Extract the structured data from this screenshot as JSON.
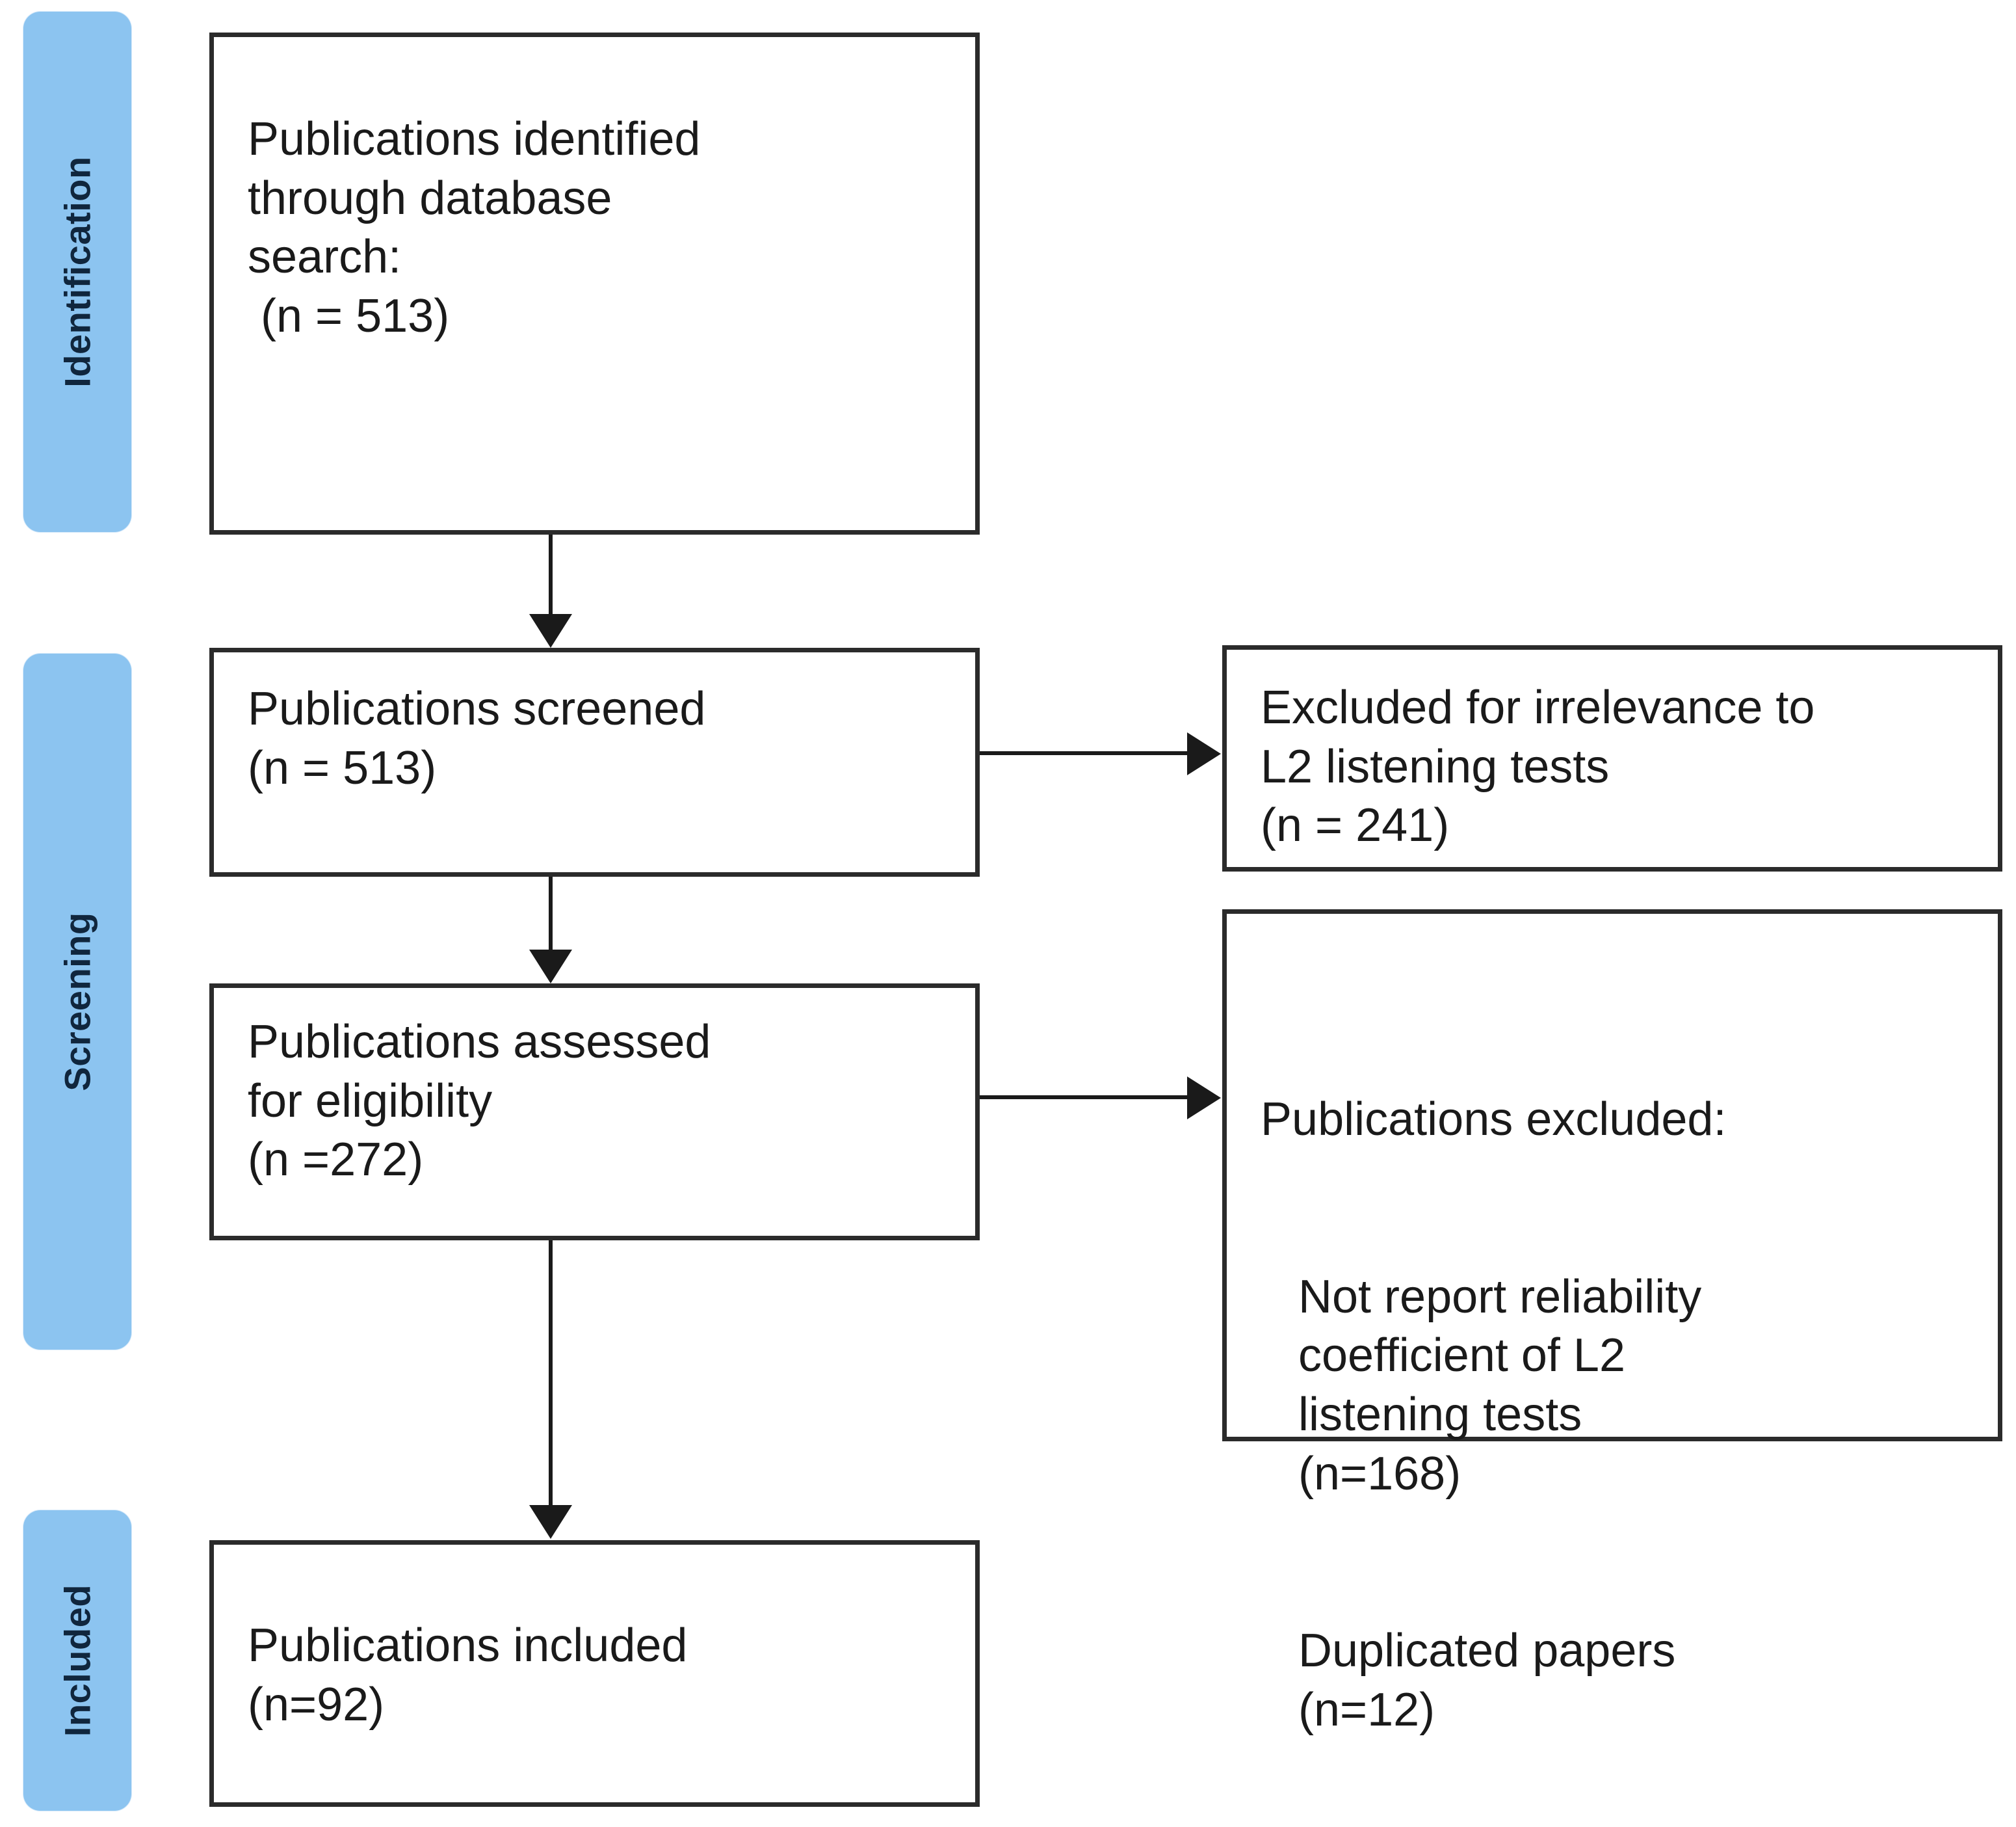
{
  "diagram": {
    "type": "prisma-flow-diagram",
    "title": "",
    "accent_color": "#8CC4F0",
    "box_border_color": "#2b2b2b",
    "text_color": "#1a1a1a",
    "background": "#ffffff"
  },
  "stages": [
    {
      "id": "identification",
      "label": "Identification"
    },
    {
      "id": "screening",
      "label": "Screening"
    },
    {
      "id": "included",
      "label": "Included"
    }
  ],
  "boxes": {
    "identified": {
      "text": "Publications identified\nthrough database\nsearch:\n (n = 513)",
      "count": 513
    },
    "screened": {
      "text": "Publications screened\n(n = 513)",
      "count": 513
    },
    "eligibility": {
      "text": "Publications assessed\nfor eligibility\n(n =272)",
      "count": 272
    },
    "included": {
      "text": "Publications included\n(n=92)",
      "count": 92
    },
    "excluded_irrelevance": {
      "text": "Excluded for irrelevance to\nL2 listening tests\n(n = 241)",
      "count": 241
    },
    "excluded_detail": {
      "heading": "Publications excluded:",
      "items": [
        {
          "text": "Not report reliability\ncoefficient of L2\nlistening tests\n(n=168)",
          "count": 168
        },
        {
          "text": "Duplicated papers\n(n=12)",
          "count": 12
        }
      ]
    }
  },
  "connectors": [
    {
      "id": "identified-to-screened",
      "from": "identified",
      "to": "screened",
      "direction": "down"
    },
    {
      "id": "screened-to-eligibility",
      "from": "screened",
      "to": "eligibility",
      "direction": "down"
    },
    {
      "id": "eligibility-to-included",
      "from": "eligibility",
      "to": "included",
      "direction": "down"
    },
    {
      "id": "screened-to-excluded",
      "from": "screened",
      "to": "excluded_irrelevance",
      "direction": "right"
    },
    {
      "id": "eligibility-to-excluded",
      "from": "eligibility",
      "to": "excluded_detail",
      "direction": "right"
    }
  ]
}
